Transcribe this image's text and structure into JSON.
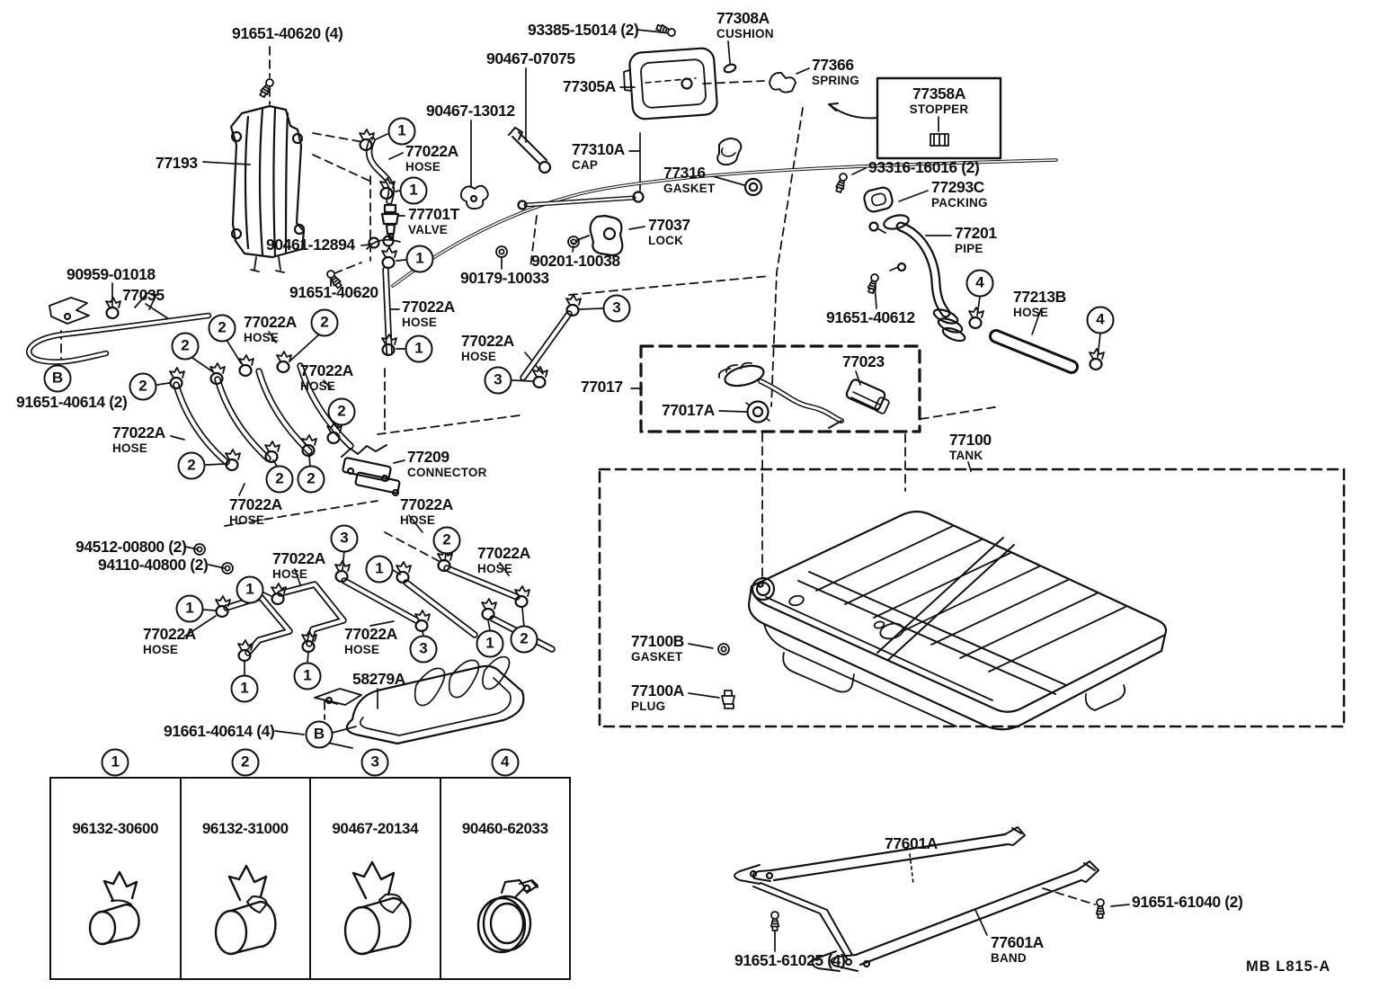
{
  "diagram": {
    "footer_code": "MB  L815-A",
    "labels": [
      {
        "text": "91651-40620 (4)"
      },
      {
        "text": "77193"
      },
      {
        "text": "93385-15014 (2)"
      },
      {
        "text": "77308A",
        "sub": "CUSHION"
      },
      {
        "text": "90467-07075"
      },
      {
        "text": "77305A"
      },
      {
        "text": "77366",
        "sub": "SPRING"
      },
      {
        "text": "77358A",
        "sub": "STOPPER"
      },
      {
        "text": "90467-13012"
      },
      {
        "text": "77022A",
        "sub": "HOSE"
      },
      {
        "text": "77310A",
        "sub": "CAP"
      },
      {
        "text": "77316",
        "sub": "GASKET"
      },
      {
        "text": "93316-16016 (2)"
      },
      {
        "text": "77293C",
        "sub": "PACKING"
      },
      {
        "text": "77701T",
        "sub": "VALVE"
      },
      {
        "text": "77037",
        "sub": "LOCK"
      },
      {
        "text": "90461-12894"
      },
      {
        "text": "90201-10038"
      },
      {
        "text": "77201",
        "sub": "PIPE"
      },
      {
        "text": "90959-01018"
      },
      {
        "text": "77035"
      },
      {
        "text": "91651-40620"
      },
      {
        "text": "90179-10033"
      },
      {
        "text": "77022A",
        "sub": "HOSE"
      },
      {
        "text": "77022A",
        "sub": "HOSE"
      },
      {
        "text": "91651-40612"
      },
      {
        "text": "77213B",
        "sub": "HOSE"
      },
      {
        "text": "77017"
      },
      {
        "text": "77023"
      },
      {
        "text": "77017A"
      },
      {
        "text": "77100",
        "sub": "TANK"
      },
      {
        "text": "91651-40614 (2)"
      },
      {
        "text": "77022A",
        "sub": "HOSE"
      },
      {
        "text": "77022A",
        "sub": "HOSE"
      },
      {
        "text": "77022A",
        "sub": "HOSE"
      },
      {
        "text": "77209",
        "sub": "CONNECTOR"
      },
      {
        "text": "77022A",
        "sub": "HOSE"
      },
      {
        "text": "77022A",
        "sub": "HOSE"
      },
      {
        "text": "77022A",
        "sub": "HOSE"
      },
      {
        "text": "77022A",
        "sub": "HOSE"
      },
      {
        "text": "94512-00800 (2)"
      },
      {
        "text": "94110-40800 (2)"
      },
      {
        "text": "77022A",
        "sub": "HOSE"
      },
      {
        "text": "77022A",
        "sub": "HOSE"
      },
      {
        "text": "58279A"
      },
      {
        "text": "91661-40614 (4)"
      },
      {
        "text": "77100B",
        "sub": "GASKET"
      },
      {
        "text": "77100A",
        "sub": "PLUG"
      },
      {
        "text": "77601A"
      },
      {
        "text": "91651-61040 (2)"
      },
      {
        "text": "77601A",
        "sub": "BAND"
      },
      {
        "text": "91651-61025 (4)"
      }
    ],
    "callouts": [
      "1",
      "1",
      "1",
      "1",
      "2",
      "2",
      "2",
      "2",
      "2",
      "2",
      "2",
      "2",
      "2",
      "2",
      "3",
      "3",
      "3",
      "3",
      "4",
      "4",
      "1",
      "1",
      "1",
      "1",
      "1",
      "1"
    ],
    "letter_callouts": [
      "B",
      "B"
    ],
    "legend": {
      "items": [
        {
          "num": "1",
          "part": "96132-30600"
        },
        {
          "num": "2",
          "part": "96132-31000"
        },
        {
          "num": "3",
          "part": "90467-20134"
        },
        {
          "num": "4",
          "part": "90460-62033"
        }
      ]
    }
  }
}
